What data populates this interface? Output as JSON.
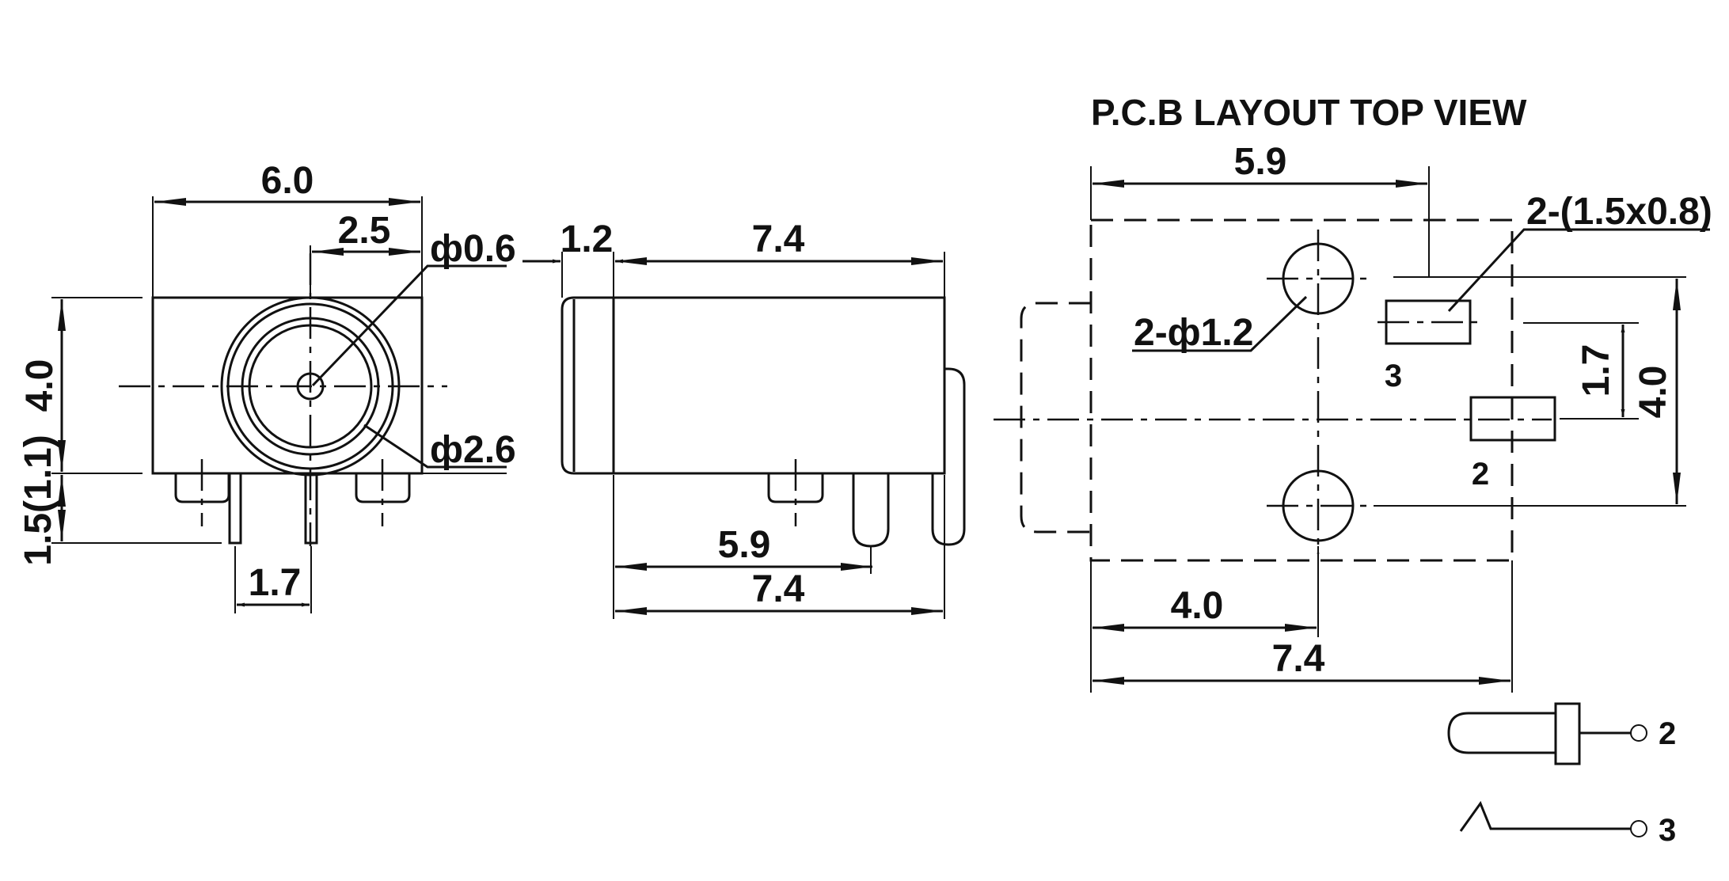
{
  "title": "P.C.B LAYOUT  TOP VIEW",
  "front_view": {
    "width": "6.0",
    "offset": "2.5",
    "pin_hole": "ф0.6",
    "body_height": "4.0",
    "base_height": "1.5(1.1)",
    "pin_pitch": "1.7",
    "bore": "ф2.6"
  },
  "side_view": {
    "front_lip": "1.2",
    "body_length_top": "7.4",
    "pin_position": "5.9",
    "body_length_bottom": "7.4"
  },
  "pcb_layout": {
    "overall_width_top": "5.9",
    "slot_size": "2-(1.5x0.8)",
    "hole_size": "2-ф1.2",
    "pin3_label": "3",
    "pin2_label": "2",
    "slot_spacing": "1.7",
    "overall_height": "4.0",
    "hole_position": "4.0",
    "overall_width_bottom": "7.4"
  },
  "schematic": {
    "pin2": "2",
    "pin3": "3"
  }
}
